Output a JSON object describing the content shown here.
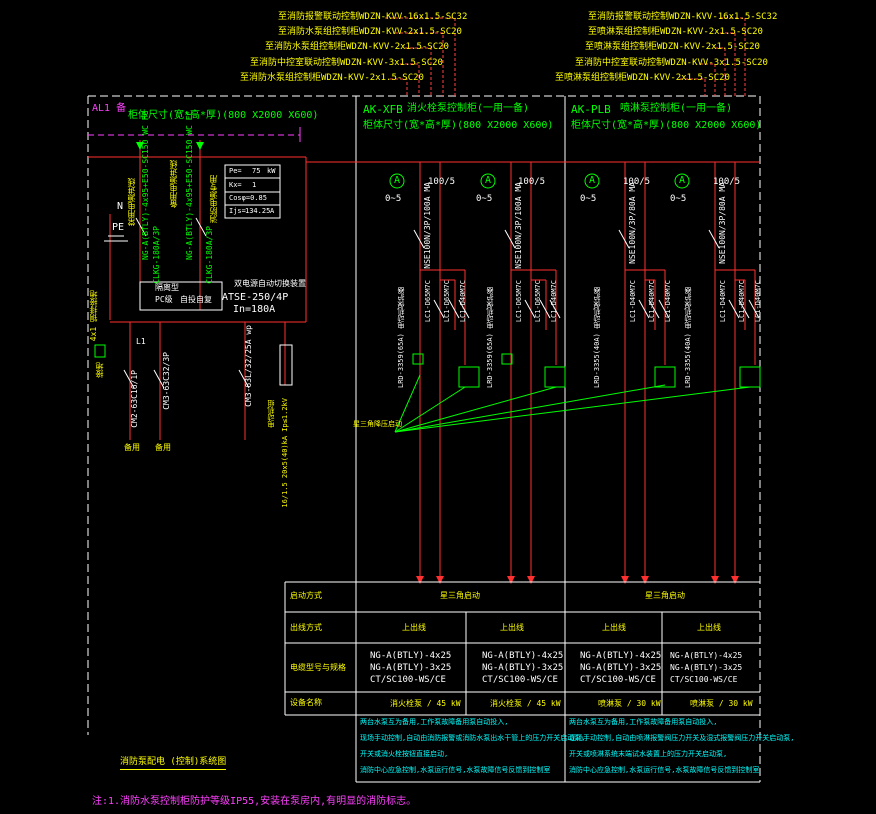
{
  "colors": {
    "background": "#000000",
    "wire": "#ff3030",
    "frame": "#ffffff",
    "label_green": "#00ff00",
    "label_yellow": "#ffff00",
    "note_cyan": "#00ffff",
    "title_magenta": "#ff40ff",
    "dash": "#ff40ff"
  },
  "top_feeders_left": [
    "至消防报警联动控制WDZN-KVV-16x1.5-SC32",
    "至消防水泵组控制柜WDZN-KVV-2x1.5-SC20",
    "至消防水泵组控制柜WDZN-KVV-2x1.5-SC20",
    "至消防中控室联动控制WDZN-KVV-3x1.5-SC20",
    "至消防水泵组控制柜WDZN-KVV-2x1.5-SC20"
  ],
  "top_feeders_right": [
    "至消防报警联动控制WDZN-KVV-16x1.5-SC32",
    "至喷淋泵组控制柜WDZN-KVV-2x1.5-SC20",
    "至喷淋泵组控制柜WDZN-KVV-2x1.5-SC20",
    "至消防中控室联动控制WDZN-KVV-3x1.5-SC20",
    "至喷淋泵组控制柜WDZN-KVV-2x1.5-SC20"
  ],
  "panel_left": {
    "id": "AL1 备",
    "size": "柜体尺寸(宽*高*厚)(800 X2000 X600)"
  },
  "panel_mid": {
    "id": "AK-XFB",
    "name": "消火栓泵控制柜(一用一备)",
    "size": "柜体尺寸(宽*高*厚)(800 X2000 X600)"
  },
  "panel_right": {
    "id": "AK-PLB",
    "name": "喷淋泵控制柜(一用一备)",
    "size": "柜体尺寸(宽*高*厚)(800 X2000 X600)"
  },
  "incoming_cables": [
    "NG-A(BTLY)-4x95+E50-SC150 WC FC",
    "NG-A(BTLY)-4x95+E50-SC150 WC FC"
  ],
  "incoming_breakers": [
    "CLKG-180A/3P",
    "CLKG-180A/3P"
  ],
  "incoming_notes": [
    "常用电源进线",
    "备用电源进线",
    "消防电源专用"
  ],
  "load_table": {
    "pe": "Pe=",
    "pe_val": "75",
    "pe_unit": "kW",
    "kx": "Kx=",
    "kx_val": "1",
    "cos": "Cosφ=0.85",
    "ijs": "Ijs=",
    "ijs_val": "134.25",
    "ijs_unit": "A"
  },
  "pc_box": {
    "a": "隔离型",
    "b": "PC级",
    "c": "自投自复"
  },
  "ats": {
    "title": "双电源自动切换装置",
    "model": "ATSE-250/4P",
    "rating": "In=180A"
  },
  "ground": {
    "n": "N",
    "pe": "PE",
    "bus": "4x1 铜排接地",
    "earth": "接地"
  },
  "left_branches": [
    {
      "breaker": "CM2-63C16/1P",
      "load": "备用",
      "line": "L1"
    },
    {
      "breaker": "CM3-63C32/3P",
      "load": "备用"
    },
    {
      "breaker": "CM3-63L/32/25A wp",
      "load": "电动机组",
      "note": "16/1.5 20x5(40)kA Ip≤1.2kV"
    }
  ],
  "ammeters": [
    "A",
    "A",
    "A",
    "A"
  ],
  "ammeter_range": "0~5",
  "ct_ratio": "100/5",
  "mid_breakers": [
    "NSE100N/3P/100A MA",
    "NSE100N/3P/100A MA"
  ],
  "right_breakers": [
    "NSE100N/3P/80A MA",
    "NSE100N/3P/80A MA"
  ],
  "mid_contactors": [
    "LC1-D65M7C",
    "LC1-D65M7C",
    "LC1-D40M7C",
    "LC1-D65M7C",
    "LC1-D65M7C",
    "LC1-D40M7C"
  ],
  "right_contactors": [
    "LC1-D40M7C",
    "LC1-D40M7C",
    "LC1-D40M7C",
    "LC1-D40M7C",
    "LC1-D40M7C",
    "LC1-D40M7C"
  ],
  "thermal_relays": [
    "LRD-3359(65A) 电动机保护器",
    "LRD-3359(65A) 电动机保护器",
    "LRD-3355(40A) 电动机保护器",
    "LRD-3355(40A) 电动机保护器"
  ],
  "y_delta_label": "星三角降压启动",
  "table": {
    "row_labels": [
      "启动方式",
      "出线方式",
      "电缆型号与规格",
      "设备名称"
    ],
    "start_mid": "星三角启动",
    "start_right": "星三角启动",
    "out": [
      "上出线",
      "上出线",
      "上出线",
      "上出线"
    ],
    "cables": [
      [
        "NG-A(BTLY)-4x25",
        "NG-A(BTLY)-3x25",
        "CT/SC100-WS/CE"
      ],
      [
        "NG-A(BTLY)-4x25",
        "NG-A(BTLY)-3x25",
        "CT/SC100-WS/CE"
      ],
      [
        "NG-A(BTLY)-4x25",
        "NG-A(BTLY)-3x25",
        "CT/SC100-WS/CE"
      ],
      [
        "NG-A(BTLY)-4x25",
        "NG-A(BTLY)-3x25",
        "CT/SC100-WS/CE"
      ]
    ],
    "devices": [
      "消火栓泵 / 45 kW",
      "消火栓泵 / 45 kW",
      "喷淋泵 / 30 kW",
      "喷淋泵 / 30 kW"
    ]
  },
  "notes_mid": [
    "两台水泵互为备用,工作泵故障备用泵自动投入,",
    "现场手动控制,自动由消防报警或消防水泵出水干管上的压力开关启动泵,",
    "开关或消火栓按钮直接启动,",
    "消防中心应急控制,水泵运行信号,水泵故障信号反馈到控制室"
  ],
  "notes_right": [
    "两台水泵互为备用,工作泵故障备用泵自动投入,",
    "现场手动控制,自动由喷淋报警阀压力开关及湿式报警阀压力开关启动泵,",
    "开关或喷淋系统末端试水装置上的压力开关启动泵,",
    "消防中心应急控制,水泵运行信号,水泵故障信号反馈到控制室"
  ],
  "legend_title": "消防泵配电  (控制)系统图",
  "footnote": "注:1.消防水泵控制柜防护等级IP55,安装在泵房内,有明显的消防标志。"
}
